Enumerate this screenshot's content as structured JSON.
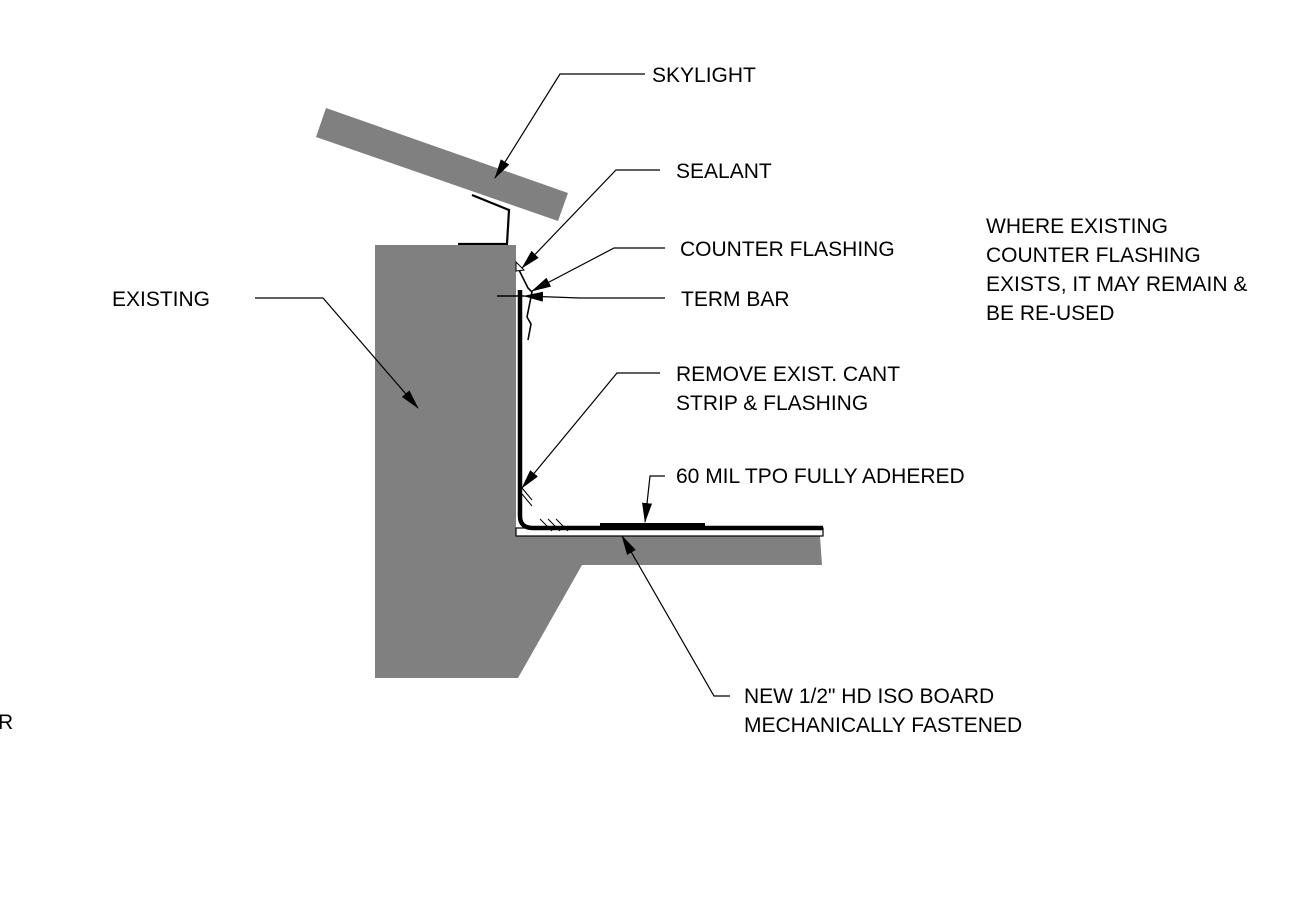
{
  "labels": {
    "skylight": "SKYLIGHT",
    "sealant": "SEALANT",
    "counter_flashing": "COUNTER FLASHING",
    "term_bar": "TERM BAR",
    "existing": "EXISTING",
    "remove_line1": "REMOVE EXIST. CANT",
    "remove_line2": "STRIP & FLASHING",
    "tpo": "60 MIL TPO FULLY ADHERED",
    "iso_line1": "NEW 1/2\" HD ISO BOARD",
    "iso_line2": "MECHANICALLY FASTENED",
    "cut_fragment": "R"
  },
  "note": {
    "line1": "WHERE EXISTING",
    "line2": "COUNTER FLASHING",
    "line3": "EXISTS, IT MAY REMAIN &",
    "line4": "BE RE-USED"
  },
  "colors": {
    "fill_gray": "#808080",
    "line": "#000000",
    "background": "#ffffff"
  }
}
